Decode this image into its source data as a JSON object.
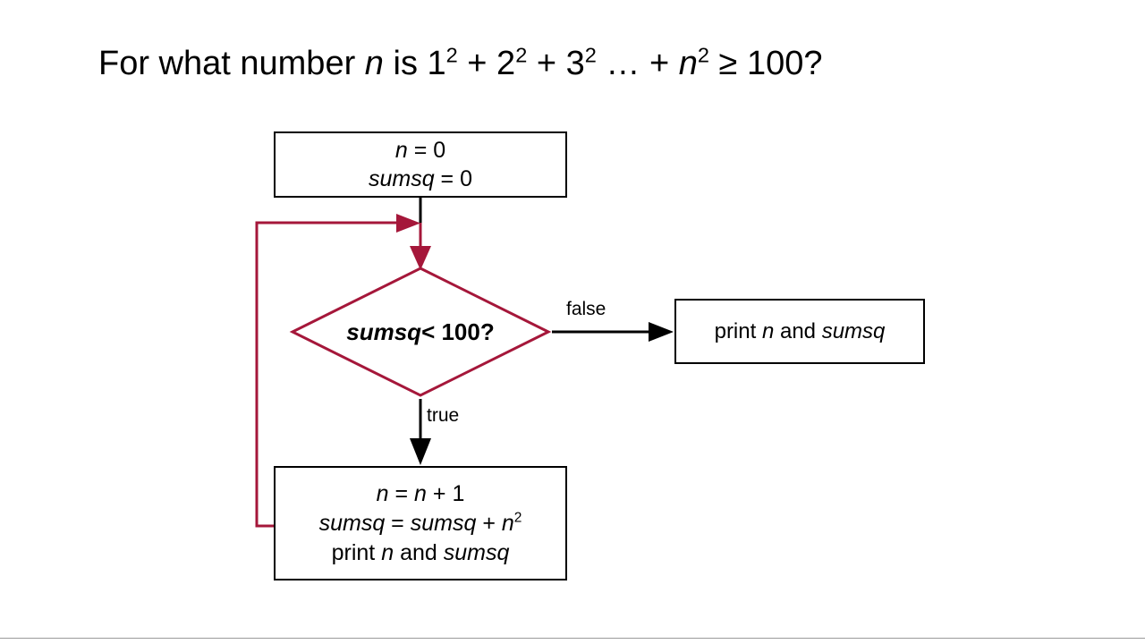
{
  "slide": {
    "title_prefix": "For what number ",
    "title_var_n": "n",
    "title_mid": " is 1",
    "title_sq1": "2",
    "title_plus1": " + 2",
    "title_sq2": "2",
    "title_plus2": " + 3",
    "title_sq3": "2",
    "title_ellipsis": " … + ",
    "title_var_n2": "n",
    "title_sq4": "2",
    "title_suffix": " ≥ 100?",
    "title_full": "For what number n is 1² + 2² + 3² … + n² ≥ 100?"
  },
  "colors": {
    "accent_red": "#A5173A",
    "outline_black": "#000000",
    "background": "#FFFFFF",
    "rule_gray": "#9A9A9A"
  },
  "flowchart": {
    "type": "flowchart",
    "nodes": [
      {
        "id": "init",
        "shape": "process",
        "border_color": "#000000",
        "lines": [
          {
            "var": "n",
            "rest": " = 0"
          },
          {
            "var": "sumsq",
            "rest": " = 0"
          }
        ]
      },
      {
        "id": "decision",
        "shape": "diamond",
        "border_color": "#A5173A",
        "var": "sumsq",
        "rest": " < 100?"
      },
      {
        "id": "update",
        "shape": "process",
        "border_color": "#000000",
        "lines": [
          {
            "var": "n",
            "rest_a": " = ",
            "var2": "n",
            "rest_b": " + 1"
          },
          {
            "var": "sumsq",
            "rest_a": " = ",
            "var2": "sumsq",
            "rest_b": " + ",
            "var3": "n",
            "sup": "2"
          },
          {
            "pre": "print ",
            "var": "n",
            "mid": " and ",
            "var2": "sumsq"
          }
        ]
      },
      {
        "id": "print",
        "shape": "process",
        "border_color": "#000000",
        "pre": "print ",
        "var": "n",
        "mid": " and ",
        "var2": "sumsq"
      }
    ],
    "edges": [
      {
        "id": "init-to-decision",
        "label": "",
        "color": "#000000"
      },
      {
        "id": "decision-to-print",
        "label": "false",
        "color": "#000000"
      },
      {
        "id": "decision-to-update",
        "label": "true",
        "color": "#000000"
      },
      {
        "id": "update-loopback",
        "label": "",
        "color": "#A5173A"
      }
    ]
  },
  "labels": {
    "false": "false",
    "true": "true"
  }
}
